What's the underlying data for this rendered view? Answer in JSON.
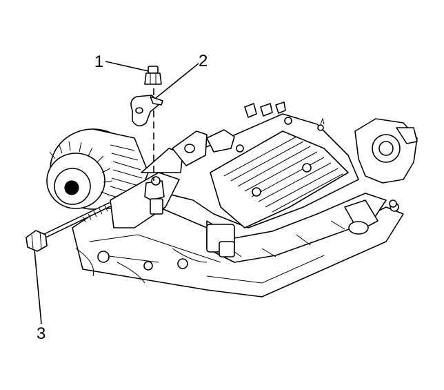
{
  "callouts": [
    {
      "label": "1",
      "part": "nut"
    },
    {
      "label": "2",
      "part": "bracket"
    },
    {
      "label": "3",
      "part": "bolt"
    }
  ]
}
